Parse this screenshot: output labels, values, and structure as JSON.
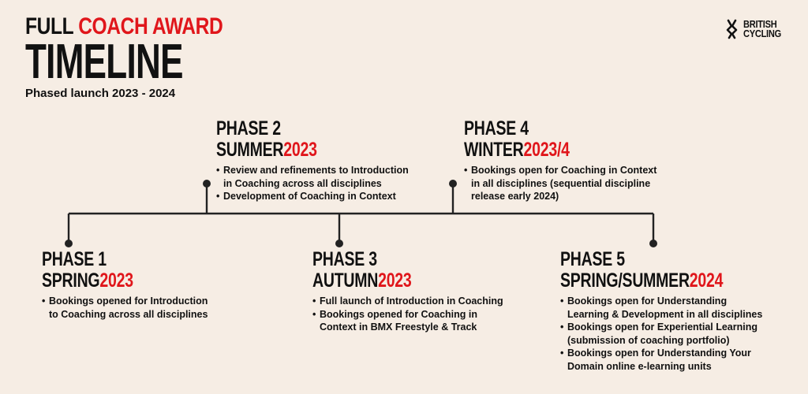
{
  "title": {
    "line1_white": "FULL",
    "line1_red": "COACH AWARD",
    "line2": "TIMELINE",
    "subtitle": "Phased launch 2023 - 2024"
  },
  "logo": {
    "line1": "BRITISH",
    "line2": "CYCLING",
    "icon": "cyclist-icon"
  },
  "colors": {
    "accent": "#e0161b",
    "background": "#f6ede4",
    "text": "#111111"
  },
  "phases": [
    {
      "title": "PHASE 1",
      "season": "SPRING",
      "year": "2023",
      "bullets": [
        "Bookings opened for Introduction",
        "to Coaching across all disciplines"
      ]
    },
    {
      "title": "PHASE 2",
      "season": "SUMMER",
      "year": "2023",
      "bullets": [
        "Review and refinements to Introduction",
        "in Coaching across all disciplines",
        "Development of Coaching in Context"
      ]
    },
    {
      "title": "PHASE 3",
      "season": "AUTUMN",
      "year": "2023",
      "bullets": [
        "Full launch of Introduction in Coaching",
        "Bookings opened for Coaching in",
        "Context in BMX Freestyle & Track"
      ]
    },
    {
      "title": "PHASE 4",
      "season": "WINTER",
      "year": "2023/4",
      "bullets": [
        "Bookings open for Coaching in Context",
        "in all disciplines (sequential discipline",
        "release early 2024)"
      ]
    },
    {
      "title": "PHASE 5",
      "season": "SPRING/SUMMER",
      "year": "2024",
      "bullets": [
        "Bookings open for Understanding",
        "Learning & Development in all disciplines",
        "Bookings open for Experiential Learning",
        "(submission of coaching portfolio)",
        "Bookings open for Understanding Your",
        "Domain online e-learning units"
      ]
    }
  ]
}
